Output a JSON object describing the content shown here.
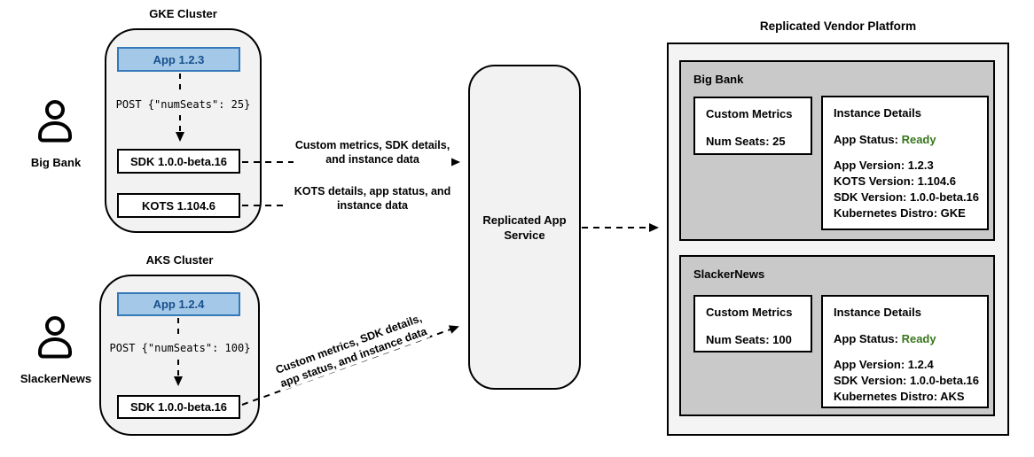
{
  "users": [
    {
      "name": "Big Bank"
    },
    {
      "name": "SlackerNews"
    }
  ],
  "clusters": [
    {
      "title": "GKE Cluster",
      "app": "App 1.2.3",
      "post": "POST {\"numSeats\": 25}",
      "boxes": [
        "SDK 1.0.0-beta.16",
        "KOTS 1.104.6"
      ]
    },
    {
      "title": "AKS Cluster",
      "app": "App 1.2.4",
      "post": "POST {\"numSeats\": 100}",
      "boxes": [
        "SDK 1.0.0-beta.16"
      ]
    }
  ],
  "flows": {
    "gke_sdk_label": "Custom metrics, SDK details, and instance data",
    "gke_kots_label": "KOTS details, app status, and instance data",
    "aks_sdk_label": "Custom metrics, SDK details, app status, and instance data"
  },
  "service": {
    "title": "Replicated App Service"
  },
  "vendor_platform": {
    "title": "Replicated Vendor Platform",
    "customers": [
      {
        "name": "Big Bank",
        "custom_metrics": {
          "title": "Custom Metrics",
          "metric": "Num Seats: 25"
        },
        "instance_details": {
          "title": "Instance Details",
          "app_status_label": "App Status:",
          "app_status_value": "Ready",
          "lines": [
            "App Version: 1.2.3",
            "KOTS Version: 1.104.6",
            "SDK Version: 1.0.0-beta.16",
            "Kubernetes Distro: GKE"
          ]
        }
      },
      {
        "name": "SlackerNews",
        "custom_metrics": {
          "title": "Custom Metrics",
          "metric": "Num Seats: 100"
        },
        "instance_details": {
          "title": "Instance Details",
          "app_status_label": "App Status:",
          "app_status_value": "Ready",
          "lines": [
            "App Version: 1.2.4",
            "SDK Version: 1.0.0-beta.16",
            "Kubernetes Distro: AKS"
          ]
        }
      }
    ]
  },
  "colors": {
    "box_fill_light": "#f2f2f2",
    "customer_fill": "#c9c9c9",
    "app_fill": "#a4c8e8",
    "app_border": "#3579b8",
    "app_text": "#17508c",
    "status_ready_green": "#38761d"
  }
}
